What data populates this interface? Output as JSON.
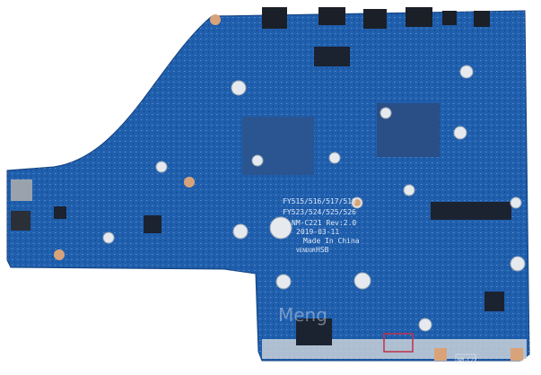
{
  "silkscreen": {
    "model_line1": "FY515/516/517/518",
    "model_line2": "FY523/524/525/526",
    "board_rev": "NM-C221 Rev:2.0",
    "date": "2019-03-11",
    "origin": "Made In China",
    "vendor_label": "VENDOR",
    "vendor_code": "HSB",
    "corner_label": "NM-C22"
  },
  "colors": {
    "pcb": "#1f5fae",
    "pcb_dark": "#17498a",
    "pad": "#d9a37a",
    "hole": "#e8ecef",
    "chip": "#1b2230",
    "highlight_box": "#c0304a"
  }
}
